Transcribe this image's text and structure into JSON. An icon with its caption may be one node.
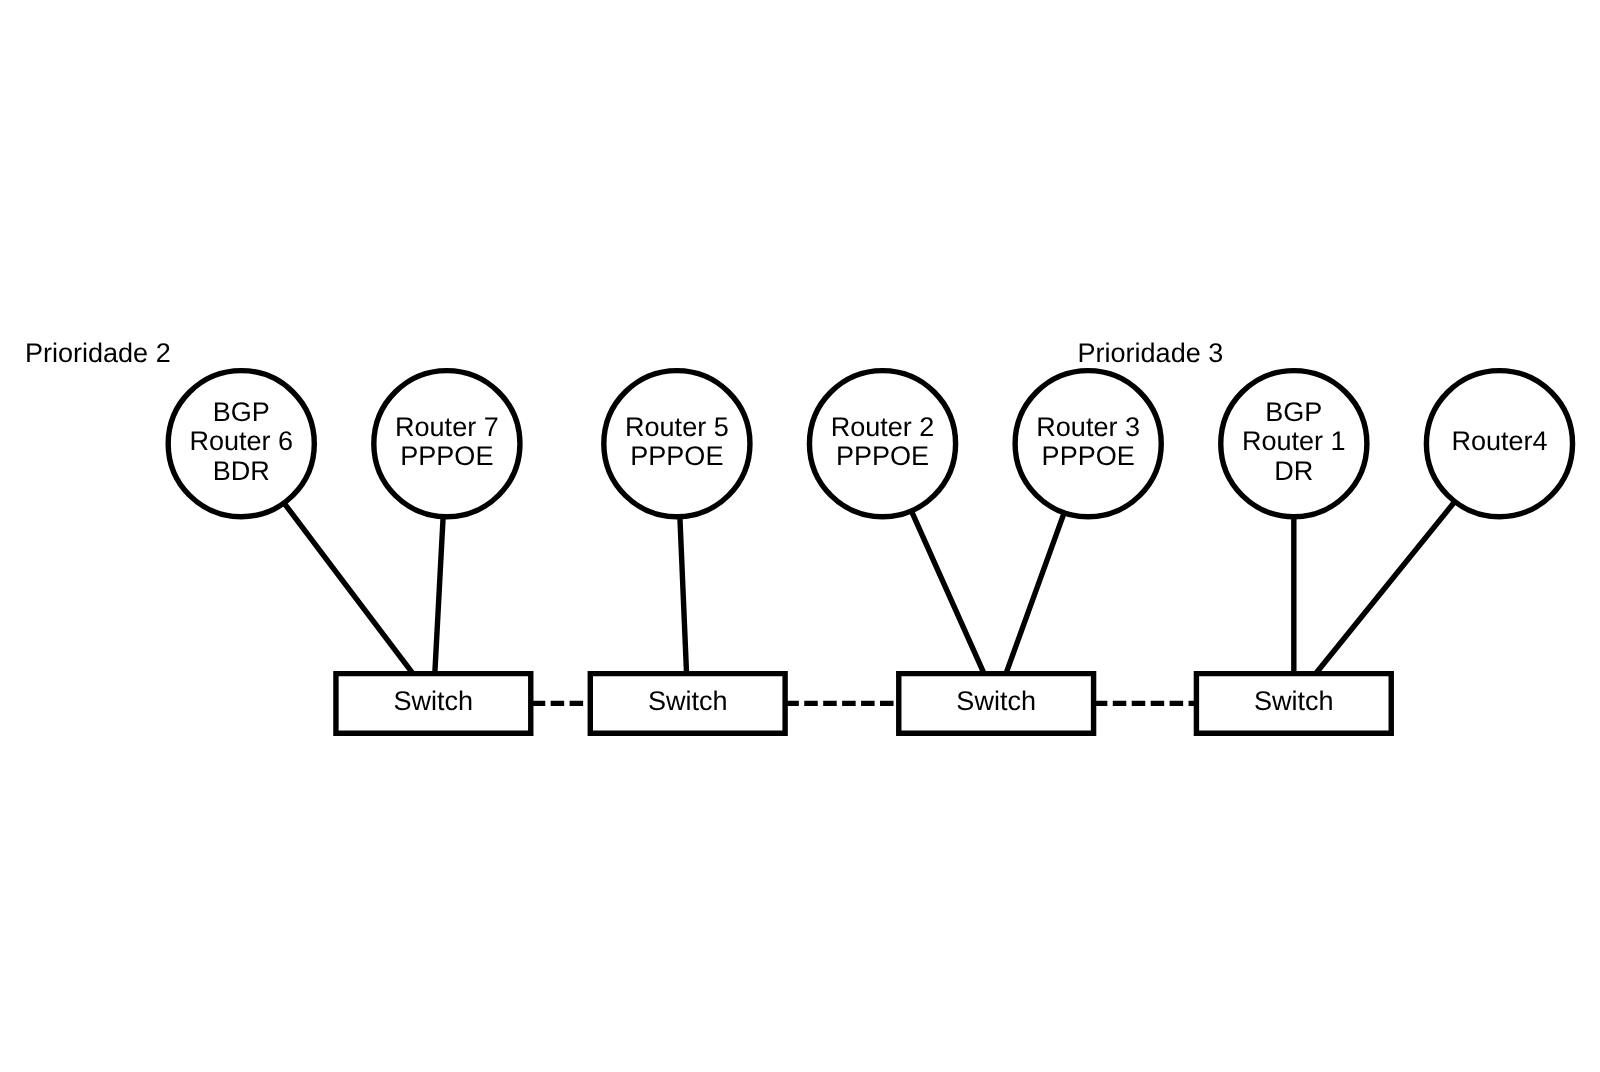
{
  "diagram": {
    "nodes": [
      {
        "text": [
          "BGP Router 6 BDR"
        ],
        "beside": [
          "Prioridade 2"
        ]
      },
      {
        "text": [
          "Router 7 PPPOE"
        ]
      },
      {
        "text": [
          "Switch"
        ]
      },
      {
        "text": [
          "Router 5 PPPOE"
        ]
      },
      {
        "text": [
          "Switch"
        ]
      },
      {
        "text": [
          "Router 2 PPPOE"
        ]
      },
      {
        "text": [
          "Router 3 PPPOE"
        ]
      },
      {
        "text": [
          "Switch"
        ]
      },
      {
        "text": [
          "BGP Router 1 DR"
        ],
        "beside": [
          "Prioridade 3"
        ]
      },
      {
        "text": [
          "Router4"
        ]
      },
      {
        "text": [
          "Switch"
        ]
      }
    ],
    "edges": [
      {
        "from": 0,
        "to": 2,
        "arrow": "none"
      },
      {
        "from": 1,
        "to": 2,
        "arrow": "none"
      },
      {
        "from": 2,
        "to": 4,
        "arrow": "none",
        "style": "dashed"
      },
      {
        "from": 3,
        "to": 4,
        "arrow": "none"
      },
      {
        "from": 4,
        "to": 7,
        "arrow": "none",
        "style": "dashed"
      },
      {
        "from": 5,
        "to": 7,
        "arrow": "none"
      },
      {
        "from": 6,
        "to": 7,
        "arrow": "none"
      },
      {
        "from": 7,
        "to": 10,
        "arrow": "none",
        "style": "dashed"
      },
      {
        "from": 8,
        "to": 10,
        "arrow": "none"
      },
      {
        "from": 9,
        "to": 10,
        "arrow": "none"
      }
    ]
  }
}
